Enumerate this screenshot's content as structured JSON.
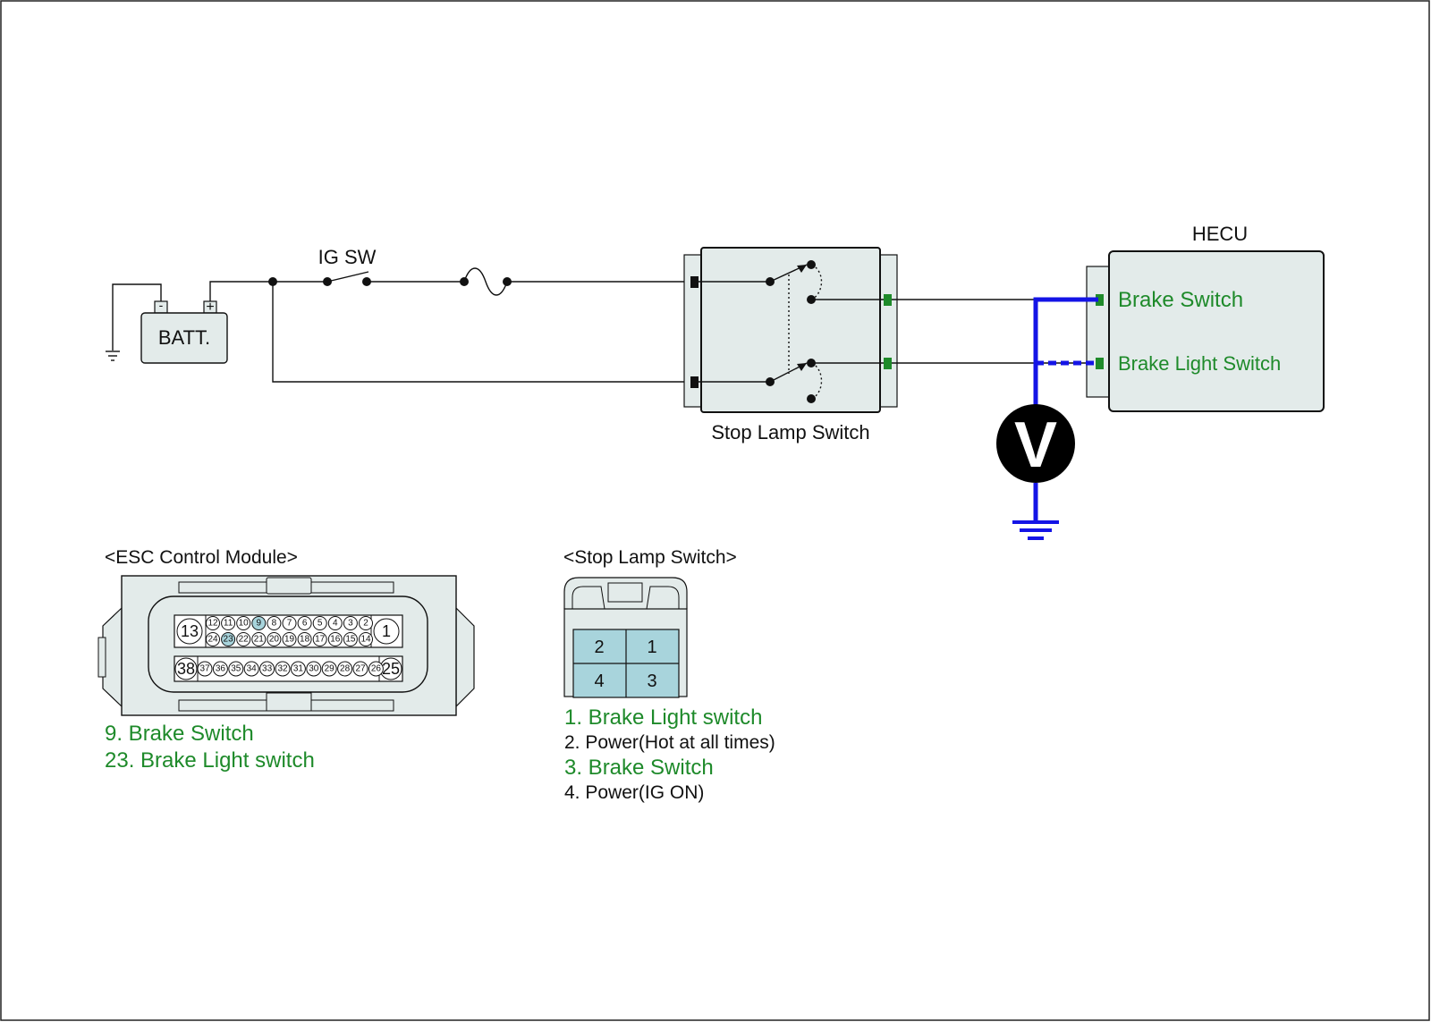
{
  "colors": {
    "wire": "#111111",
    "probe": "#1414e6",
    "label_green": "#1e8a2a",
    "box_fill": "#e3ebea",
    "pin_highlight": "#a8d4dc",
    "connector_green": "#1e8a2a"
  },
  "schematic": {
    "battery_label": "BATT.",
    "battery_minus": "-",
    "battery_plus": "+",
    "ig_sw_label": "IG SW",
    "stop_lamp_switch_label": "Stop Lamp Switch",
    "hecu_label": "HECU",
    "hecu_pins": [
      "Brake Switch",
      "Brake Light Switch"
    ],
    "voltmeter_label": "V"
  },
  "esc_module": {
    "title": "<ESC Control Module>",
    "big_pins": [
      "13",
      "1",
      "38",
      "25"
    ],
    "row1": [
      "12",
      "11",
      "10",
      "9",
      "8",
      "7",
      "6",
      "5",
      "4",
      "3",
      "2"
    ],
    "row2": [
      "24",
      "23",
      "22",
      "21",
      "20",
      "19",
      "18",
      "17",
      "16",
      "15",
      "14"
    ],
    "row3": [
      "37",
      "36",
      "35",
      "34",
      "33",
      "32",
      "31",
      "30",
      "29",
      "28",
      "27",
      "26"
    ],
    "highlighted_pins": [
      "9",
      "23"
    ],
    "legend": [
      {
        "text": "9. Brake Switch",
        "color": "green"
      },
      {
        "text": "23. Brake Light switch",
        "color": "green"
      }
    ]
  },
  "stop_lamp_connector": {
    "title": "<Stop Lamp Switch>",
    "cells": [
      "2",
      "1",
      "4",
      "3"
    ],
    "legend": [
      {
        "text": "1. Brake Light switch",
        "color": "green"
      },
      {
        "text": "2. Power(Hot at all times)",
        "color": "black"
      },
      {
        "text": "3. Brake Switch",
        "color": "green"
      },
      {
        "text": "4. Power(IG ON)",
        "color": "black"
      }
    ]
  }
}
